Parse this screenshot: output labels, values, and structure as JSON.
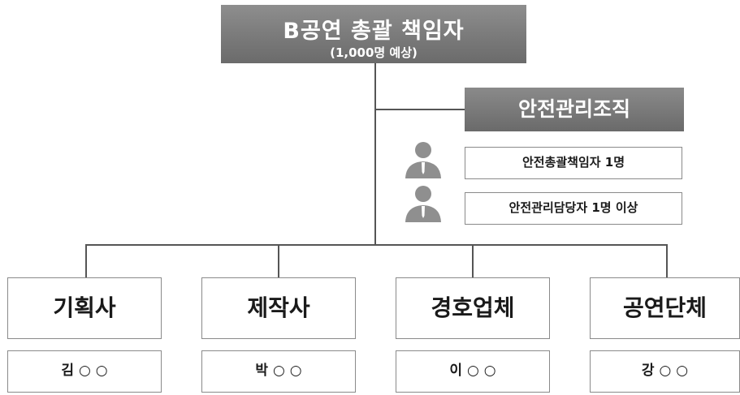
{
  "top": {
    "title": "B공연 총괄 책임자",
    "subtitle": "(1,000명 예상)"
  },
  "safety": {
    "title": "안전관리조직",
    "roles": [
      {
        "label": "안전총괄책임자 1명",
        "icon": "person-icon"
      },
      {
        "label": "안전관리담당자 1명 이상",
        "icon": "person-icon"
      }
    ]
  },
  "orgs": [
    {
      "label": "기획사",
      "person": "김 ○ ○"
    },
    {
      "label": "제작사",
      "person": "박 ○ ○"
    },
    {
      "label": "경호업체",
      "person": "이 ○ ○"
    },
    {
      "label": "공연단체",
      "person": "강 ○ ○"
    }
  ],
  "colors": {
    "header_fill": "#7a7a7a",
    "border": "#8a8a8a",
    "line": "#555555",
    "icon": "#8f8f8f"
  }
}
